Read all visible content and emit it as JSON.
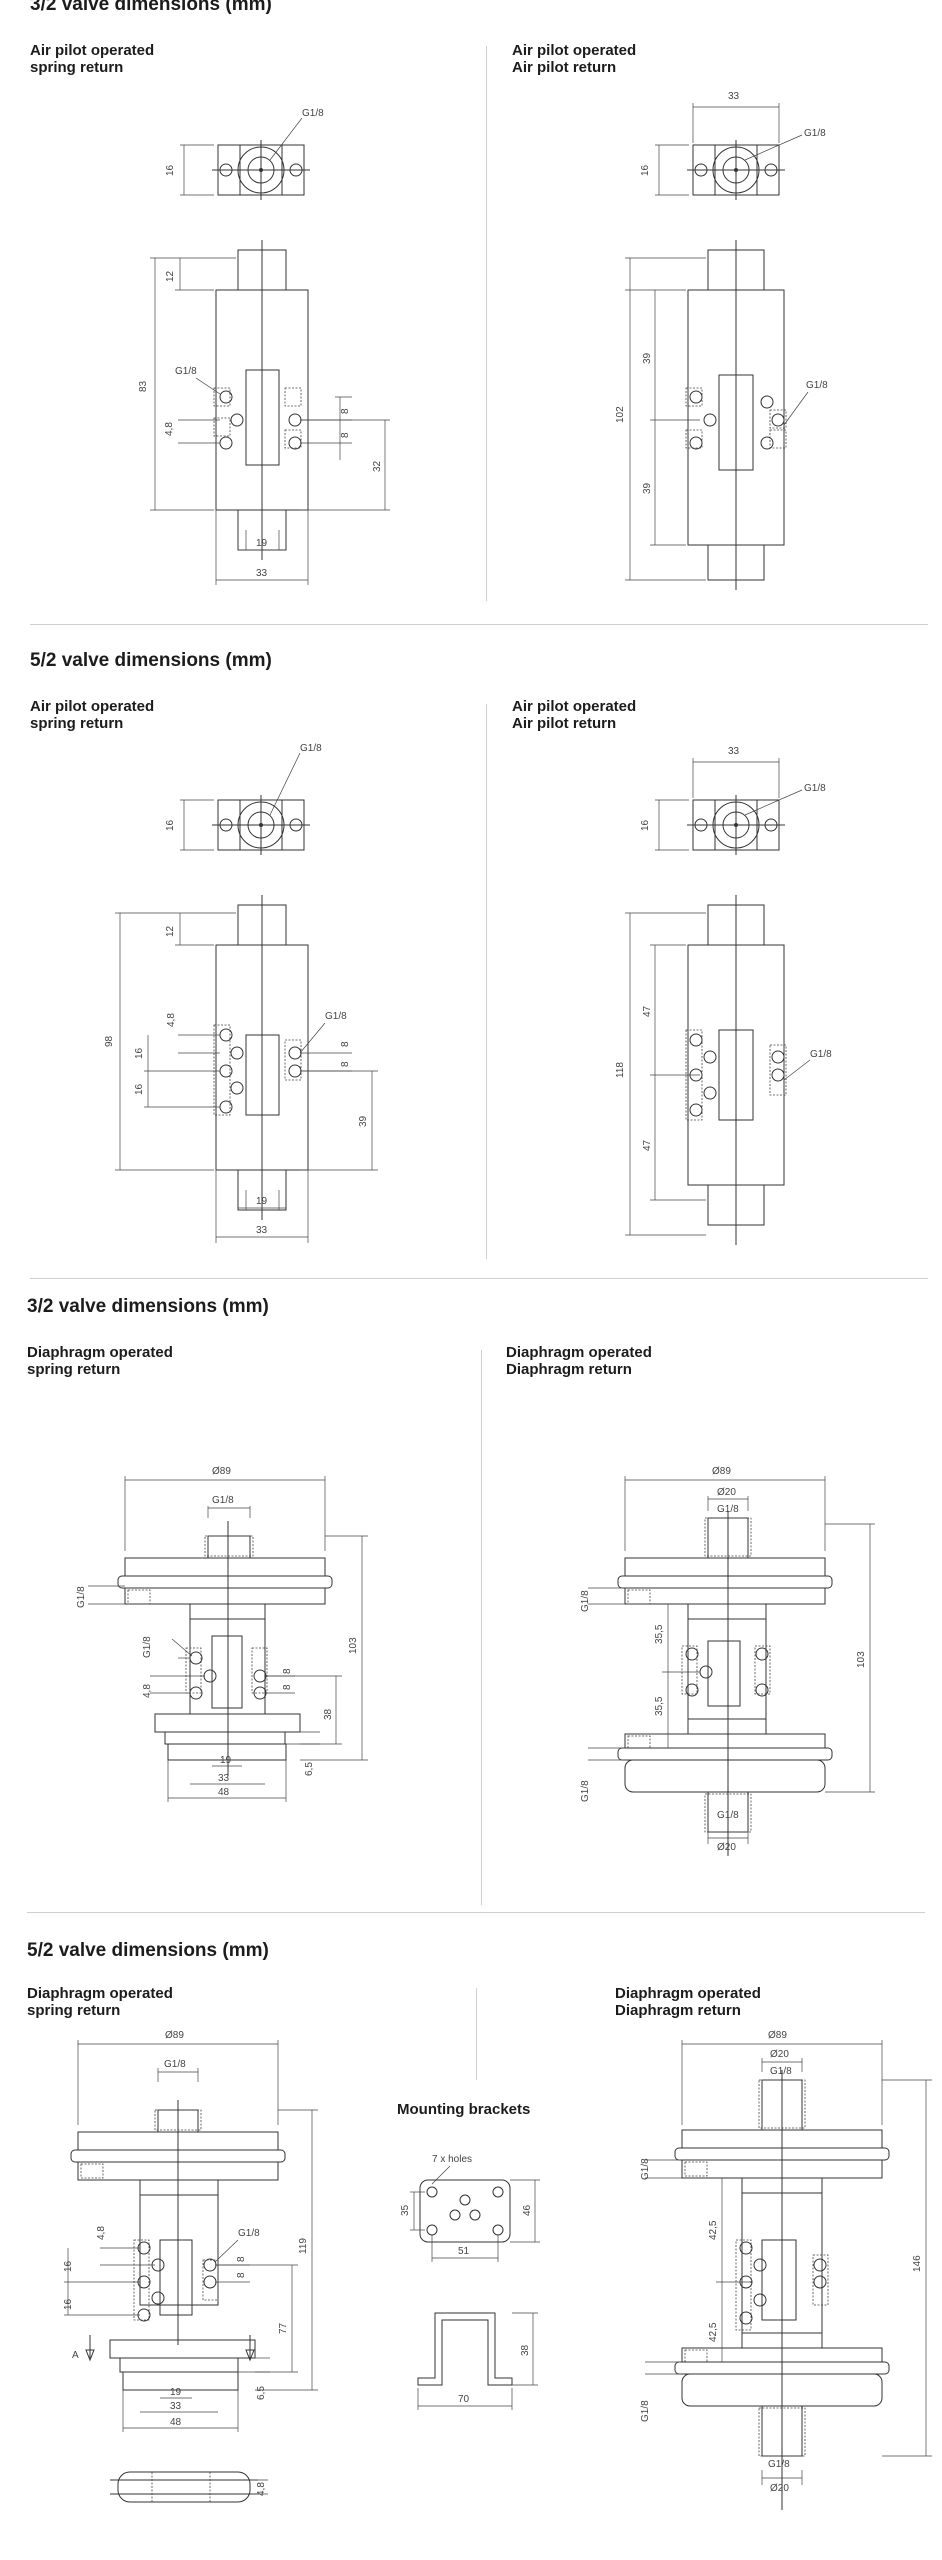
{
  "sections": [
    {
      "title": "3/2 valve dimensions (mm)",
      "left_label": [
        "Air pilot operated",
        "spring return"
      ],
      "right_label": [
        "Air pilot operated",
        "Air pilot return"
      ],
      "left_dims": {
        "d1": "G1/8",
        "d2": "16",
        "d3": "12",
        "d4": "83",
        "d5": "G1/8",
        "d6": "4,8",
        "d7": "8",
        "d8": "8",
        "d9": "32",
        "d10": "19",
        "d11": "33"
      },
      "right_dims": {
        "d1": "33",
        "d2": "G1/8",
        "d3": "16",
        "d4": "102",
        "d5": "39",
        "d6": "39",
        "d7": "G1/8"
      }
    },
    {
      "title": "5/2 valve dimensions (mm)",
      "left_label": [
        "Air pilot operated",
        "spring return"
      ],
      "right_label": [
        "Air pilot operated",
        "Air pilot return"
      ],
      "left_dims": {
        "d1": "G1/8",
        "d2": "16",
        "d3": "12",
        "d4": "98",
        "d5": "4,8",
        "d6": "16",
        "d7": "16",
        "d8": "G1/8",
        "d9": "8",
        "d10": "8",
        "d11": "39",
        "d12": "19",
        "d13": "33"
      },
      "right_dims": {
        "d1": "33",
        "d2": "G1/8",
        "d3": "16",
        "d4": "118",
        "d5": "47",
        "d6": "47",
        "d7": "G1/8"
      }
    },
    {
      "title": "3/2 valve dimensions (mm)",
      "left_label": [
        "Diaphragm operated",
        "spring return"
      ],
      "right_label": [
        "Diaphragm operated",
        "Diaphragm return"
      ],
      "left_dims": {
        "d1": "Ø89",
        "d2": "G1/8",
        "d3": "G1/8",
        "d4": "G1/8",
        "d5": "4,8",
        "d6": "8",
        "d7": "8",
        "d8": "103",
        "d9": "38",
        "d10": "6,5",
        "d11": "19",
        "d12": "33",
        "d13": "48"
      },
      "right_dims": {
        "d1": "Ø89",
        "d2": "Ø20",
        "d3": "G1/8",
        "d4": "G1/8",
        "d5": "35,5",
        "d6": "35,5",
        "d7": "103",
        "d8": "G1/8",
        "d9": "G1/8",
        "d10": "Ø20"
      }
    },
    {
      "title": "5/2 valve dimensions (mm)",
      "left_label": [
        "Diaphragm operated",
        "spring return"
      ],
      "right_label": [
        "Diaphragm operated",
        "Diaphragm return"
      ],
      "left_dims": {
        "d1": "Ø89",
        "d2": "G1/8",
        "d3": "4,8",
        "d4": "16",
        "d5": "16",
        "d6": "G1/8",
        "d7": "8",
        "d8": "8",
        "d9": "119",
        "d10": "77",
        "d11": "A",
        "d12": "6,5",
        "d13": "19",
        "d14": "33",
        "d15": "48",
        "d16": "4,8"
      },
      "right_dims": {
        "d1": "Ø89",
        "d2": "Ø20",
        "d3": "G1/8",
        "d4": "G1/8",
        "d5": "42,5",
        "d6": "42,5",
        "d7": "146",
        "d8": "G1/8",
        "d9": "G1/8",
        "d10": "Ø20"
      }
    }
  ],
  "brackets": {
    "title": "Mounting brackets",
    "holes": "7 x holes",
    "d1": "35",
    "d2": "46",
    "d3": "51",
    "d4": "38",
    "d5": "70"
  }
}
